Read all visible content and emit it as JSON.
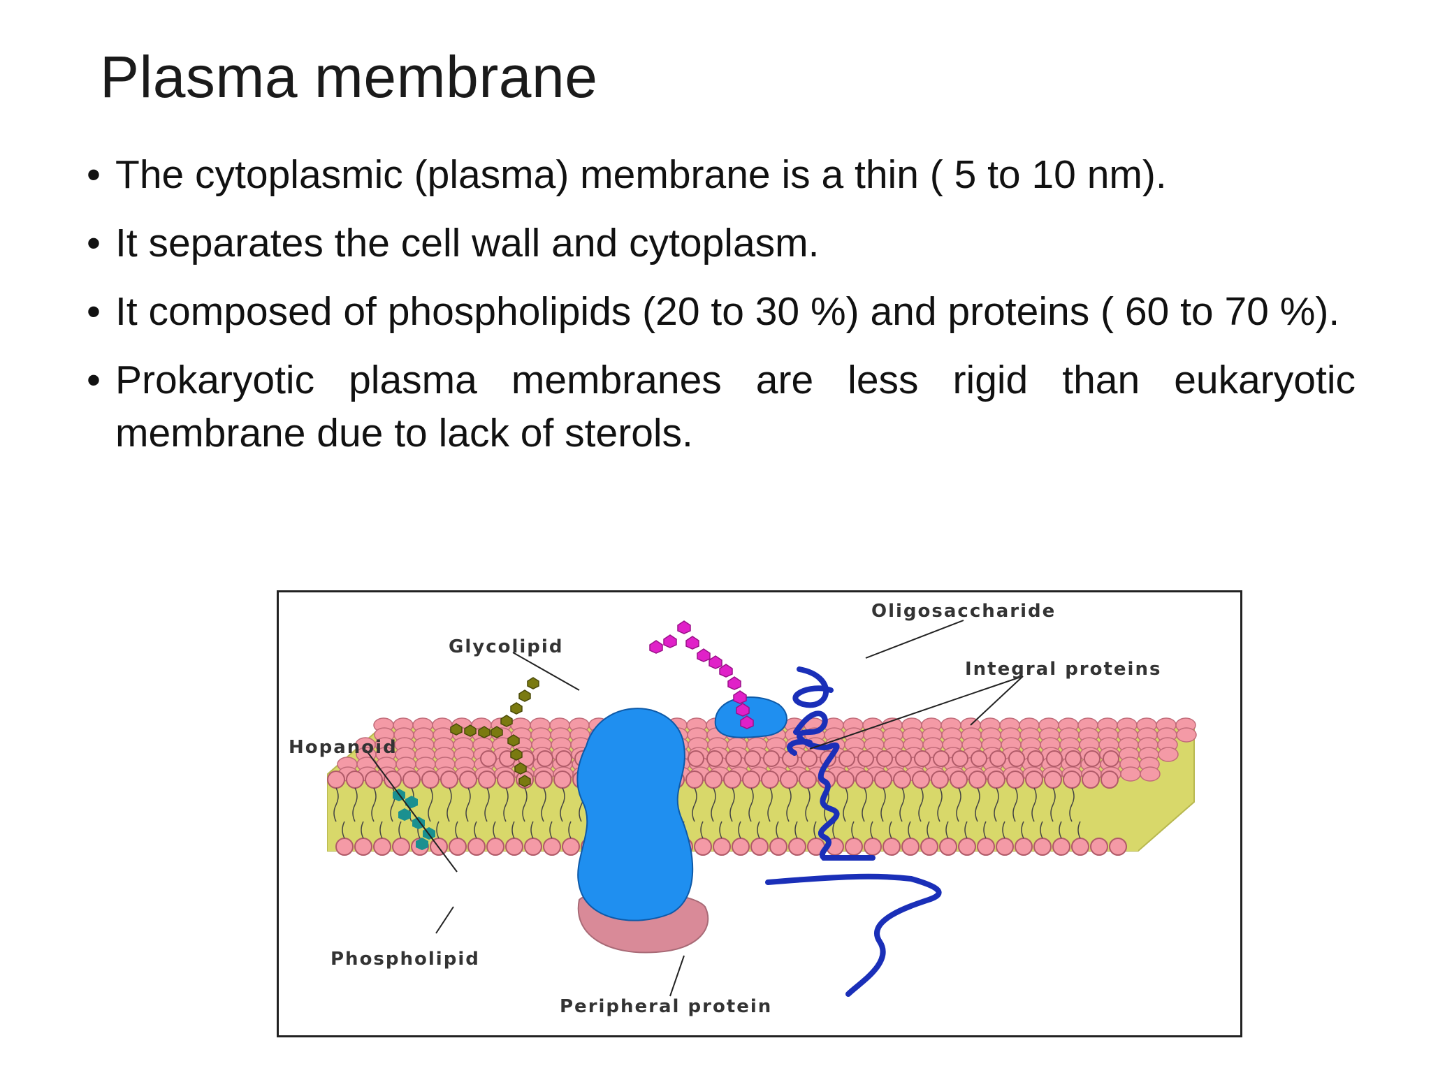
{
  "slide": {
    "title": "Plasma membrane",
    "bullets": [
      "The cytoplasmic (plasma) membrane is a thin ( 5 to 10 nm).",
      "It separates the cell wall and cytoplasm.",
      "It composed of phospholipids (20 to 30 %) and proteins ( 60 to 70 %).",
      "Prokaryotic plasma membranes are less rigid than eukaryotic membrane due to lack of sterols."
    ]
  },
  "diagram": {
    "labels": {
      "oligosaccharide": "Oligosaccharide",
      "glycolipid": "Glycolipid",
      "integral_proteins": "Integral proteins",
      "hopanoid": "Hopanoid",
      "phospholipid": "Phospholipid",
      "peripheral_protein": "Peripheral protein"
    },
    "colors": {
      "phospholipid_head": "#f49aa6",
      "tail_layer": "#d8d86a",
      "integral_protein": "#1f8ff0",
      "peripheral_protein": "#d98a98",
      "oligosaccharide": "#e021c8",
      "glycolipid": "#7a7a10",
      "hopanoid": "#1a9090",
      "helix": "#1a2fb8"
    }
  }
}
